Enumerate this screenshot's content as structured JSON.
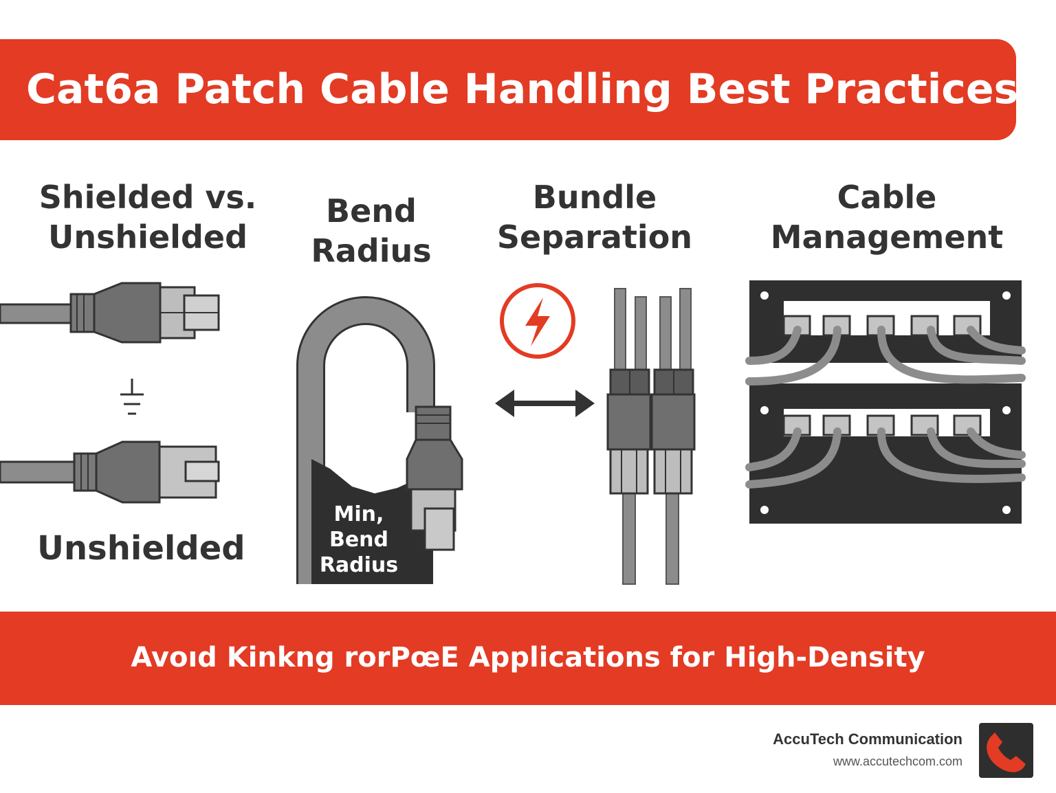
{
  "title": "Cat6a Patch Cable Handling Best Practices",
  "sections": [
    {
      "heading": "Shielded vs.\nUnshielded"
    },
    {
      "heading": "Bend\nRadius"
    },
    {
      "heading": "Bundle\nSeparation"
    },
    {
      "heading": "Cable\nManagement"
    }
  ],
  "labels": {
    "unshielded": "Unshielded",
    "min_bend_radius": "Min,\nBend\nRadius"
  },
  "footer": {
    "text": "Avoıd Kinkng rorPœE Applications  for High-Density"
  },
  "brand": {
    "name": "AccuTech Communication",
    "url": "www.accutechcom.com"
  },
  "colors": {
    "accent": "#e33b24",
    "cable": "#8c8c8c",
    "dark": "#333333"
  },
  "icons": [
    "ground-symbol-icon",
    "lightning-warning-icon",
    "double-arrow-icon",
    "phone-icon"
  ]
}
